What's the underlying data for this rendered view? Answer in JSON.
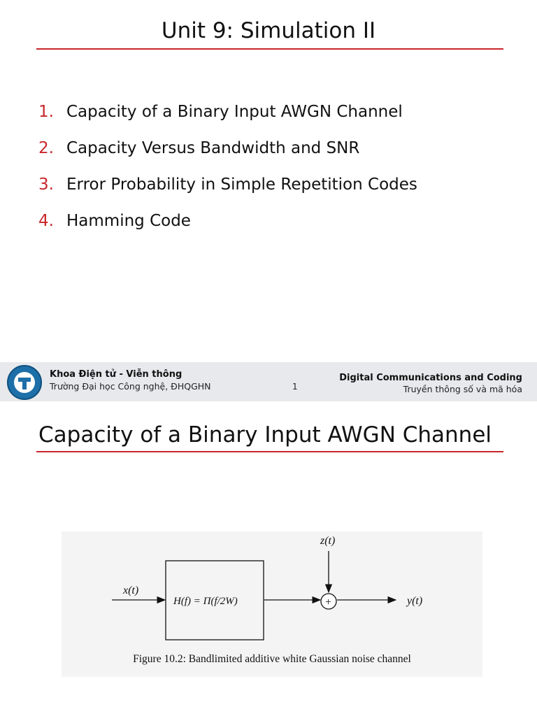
{
  "slide1": {
    "title": "Unit 9: Simulation II",
    "items": [
      {
        "num": "1.",
        "text": "Capacity of a Binary Input AWGN Channel"
      },
      {
        "num": "2.",
        "text": "Capacity Versus Bandwidth and SNR"
      },
      {
        "num": "3.",
        "text": "Error Probability in Simple Repetition Codes"
      },
      {
        "num": "4.",
        "text": "Hamming Code"
      }
    ]
  },
  "footer": {
    "dept": "Khoa Điện tử - Viễn thông",
    "school": "Trường Đại học Công nghệ, ĐHQGHN",
    "page": "1",
    "course_en": "Digital Communications and Coding",
    "course_vi": "Truyền thông số và mã hóa"
  },
  "slide2": {
    "title": "Capacity of a Binary Input AWGN Channel",
    "figure": {
      "input_label": "x(t)",
      "filter_label": "H(f) = Π(f/2W)",
      "noise_label": "z(t)",
      "output_label": "y(t)",
      "adder_symbol": "+",
      "caption": "Figure 10.2: Bandlimited additive white Gaussian noise channel"
    }
  },
  "colors": {
    "accent_red": "#c8262b",
    "footer_bg": "#e7e9ec",
    "logo_blue": "#1d6fa8"
  }
}
